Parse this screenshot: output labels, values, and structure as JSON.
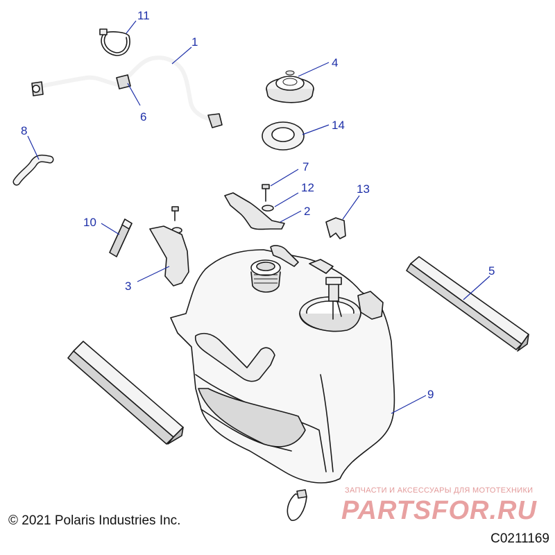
{
  "diagram": {
    "callouts": {
      "c1": "1",
      "c2": "2",
      "c3": "3",
      "c4": "4",
      "c5": "5",
      "c6": "6",
      "c7": "7",
      "c8": "8",
      "c9": "9",
      "c10": "10",
      "c11": "11",
      "c12": "12",
      "c13": "13",
      "c14": "14"
    },
    "callout_color": "#1d2fa8"
  },
  "footer": {
    "copyright": "© 2021 Polaris Industries Inc.",
    "diagram_code": "C0211169"
  },
  "watermark": {
    "tagline": "ЗАПЧАСТИ И АКСЕССУАРЫ ДЛЯ МОТОТЕХНИКИ",
    "logo": "PARTSFOR.RU",
    "color": "#e8a1a1"
  }
}
